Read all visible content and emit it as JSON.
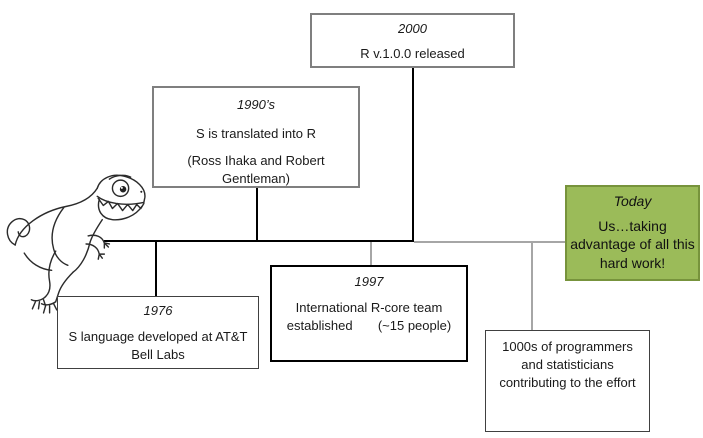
{
  "page": {
    "background": "#ffffff"
  },
  "diagram": {
    "type": "timeline",
    "subject": "History of the R language",
    "dinosaur_icon": "t-rex-cartoon-line-drawing",
    "line_colors": {
      "primary": "#000000",
      "secondary": "#a6a6a6"
    },
    "boxes": {
      "y2000": {
        "year": "2000",
        "text": "R v.1.0.0 released",
        "border": "#7f7f7f",
        "fill": "#ffffff"
      },
      "y1990s": {
        "year": "1990’s",
        "line1": "S is translated into R",
        "line2": "(Ross Ihaka and Robert Gentleman)",
        "border": "#7f7f7f",
        "fill": "#ffffff"
      },
      "today": {
        "year": "Today",
        "text": "Us…taking advantage of all this hard work!",
        "border": "#77933c",
        "fill": "#9bbb59"
      },
      "y1976": {
        "year": "1976",
        "text": "S language developed at AT&T Bell Labs",
        "border": "#404040",
        "fill": "#ffffff"
      },
      "y1997": {
        "year": "1997",
        "text": "International R-core team established       (~15 people)",
        "border": "#000000",
        "fill": "#ffffff"
      },
      "contributors": {
        "text": "1000s of programmers and statisticians contributing to the effort",
        "border": "#404040",
        "fill": "#ffffff"
      }
    }
  }
}
